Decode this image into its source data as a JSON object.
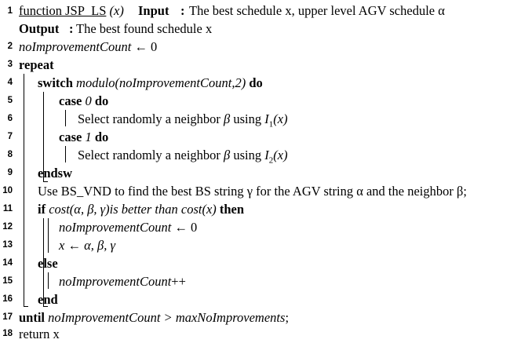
{
  "algorithm": {
    "header": {
      "func_name": "function JSP_LS",
      "func_param": "(x)",
      "input_label": "Input",
      "input_colon": ":",
      "input_text": "The best schedule x, upper level AGV schedule α",
      "output_label": "Output",
      "output_colon": ":",
      "output_text": "The best found schedule x"
    },
    "lines": {
      "l2": {
        "num": "2",
        "var": "noImprovementCount",
        "rest": " ← 0"
      },
      "l3": {
        "num": "3",
        "kw": "repeat"
      },
      "l4": {
        "num": "4",
        "kw": "switch",
        "expr": "modulo(noImprovementCount,2)",
        "kw2": "do"
      },
      "l5": {
        "num": "5",
        "kw": "case",
        "val": "0",
        "kw2": "do"
      },
      "l6": {
        "num": "6",
        "pre": "Select randomly a neighbor ",
        "greek": "β",
        "mid": " using ",
        "fn": "I",
        "sub": "1",
        "post": "(x)"
      },
      "l7": {
        "num": "7",
        "kw": "case",
        "val": "1",
        "kw2": "do"
      },
      "l8": {
        "num": "8",
        "pre": "Select randomly a neighbor ",
        "greek": "β",
        "mid": " using ",
        "fn": "I",
        "sub": "2",
        "post": "(x)"
      },
      "l9": {
        "num": "9",
        "kw": "endsw"
      },
      "l10": {
        "num": "10",
        "text": "Use BS_VND to find the best BS string γ for the AGV string α and the neighbor β;"
      },
      "l11": {
        "num": "11",
        "kw": "if",
        "cond": "cost(α, β, γ)is better than cost(x)",
        "kw2": "then"
      },
      "l12": {
        "num": "12",
        "var": "noImprovementCount",
        "rest": " ← 0"
      },
      "l13": {
        "num": "13",
        "text": "x ← α, β, γ"
      },
      "l14": {
        "num": "14",
        "kw": "else"
      },
      "l15": {
        "num": "15",
        "var": "noImprovementCount",
        "rest": "++"
      },
      "l16": {
        "num": "16",
        "kw": "end"
      },
      "l17": {
        "num": "17",
        "kw": "until",
        "cond": "noImprovementCount > maxNoImprovements",
        "tail": ";"
      },
      "l18": {
        "num": "18",
        "text": "return x"
      }
    }
  }
}
